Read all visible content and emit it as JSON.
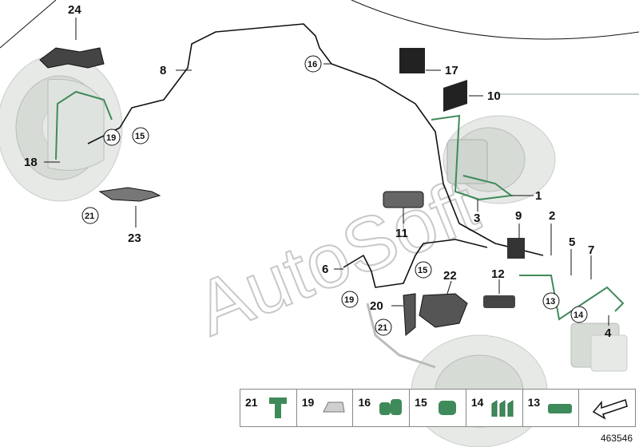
{
  "watermark": "AutoSoft",
  "reference_number": "463546",
  "callouts": {
    "c1": "1",
    "c2": "2",
    "c3": "3",
    "c4": "4",
    "c5": "5",
    "c6": "6",
    "c7": "7",
    "c8": "8",
    "c9": "9",
    "c10": "10",
    "c11": "11",
    "c12": "12",
    "c13": "13",
    "c14": "14",
    "c15a": "15",
    "c15b": "15",
    "c16": "16",
    "c17": "17",
    "c18": "18",
    "c19a": "19",
    "c19b": "19",
    "c20": "20",
    "c21a": "21",
    "c21b": "21",
    "c22": "22",
    "c23": "23",
    "c24": "24"
  },
  "legend": [
    {
      "number": "21",
      "icon": "bolt-icon"
    },
    {
      "number": "19",
      "icon": "clip-icon"
    },
    {
      "number": "16",
      "icon": "double-holder-icon"
    },
    {
      "number": "15",
      "icon": "holder-icon"
    },
    {
      "number": "14",
      "icon": "triple-clip-icon"
    },
    {
      "number": "13",
      "icon": "multi-holder-icon"
    },
    {
      "number": "",
      "icon": "arrow-icon"
    }
  ],
  "colors": {
    "line": "#111111",
    "green": "#3f8a5a",
    "ghost": "#e6e9e6"
  }
}
